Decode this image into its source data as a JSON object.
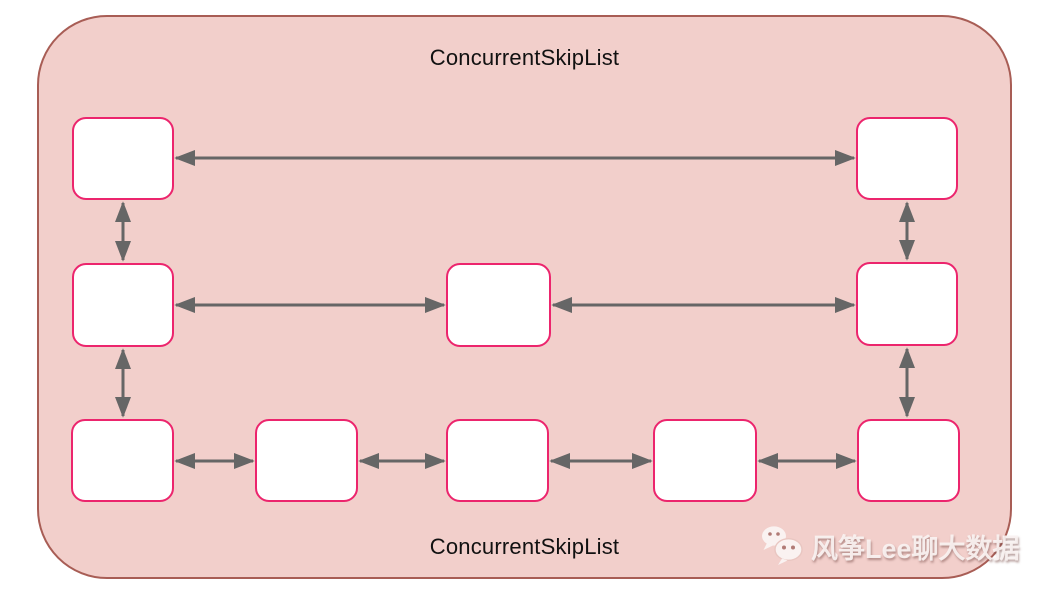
{
  "titles": {
    "top": "ConcurrentSkipList",
    "bottom": "ConcurrentSkipList"
  },
  "watermark": {
    "text": "风筝Lee聊大数据",
    "icon": "wechat-icon"
  },
  "colors": {
    "canvas_bg": "#ffffff",
    "container_fill": "#f2cfcb",
    "container_border": "#a85d55",
    "node_fill": "#ffffff",
    "node_border": "#ec256d",
    "arrow": "#666666",
    "title_text": "#111111"
  },
  "diagram": {
    "type": "skip-list",
    "edge_style": "double-headed-arrow",
    "levels": [
      {
        "label": "level-3-top-row",
        "node_count": 2
      },
      {
        "label": "level-2-middle-row",
        "node_count": 3
      },
      {
        "label": "level-1-bottom-row",
        "node_count": 5
      }
    ],
    "vertical_links": [
      "left-column: level3 to level2 to level1",
      "right-column: level3 to level2 to level1"
    ]
  }
}
